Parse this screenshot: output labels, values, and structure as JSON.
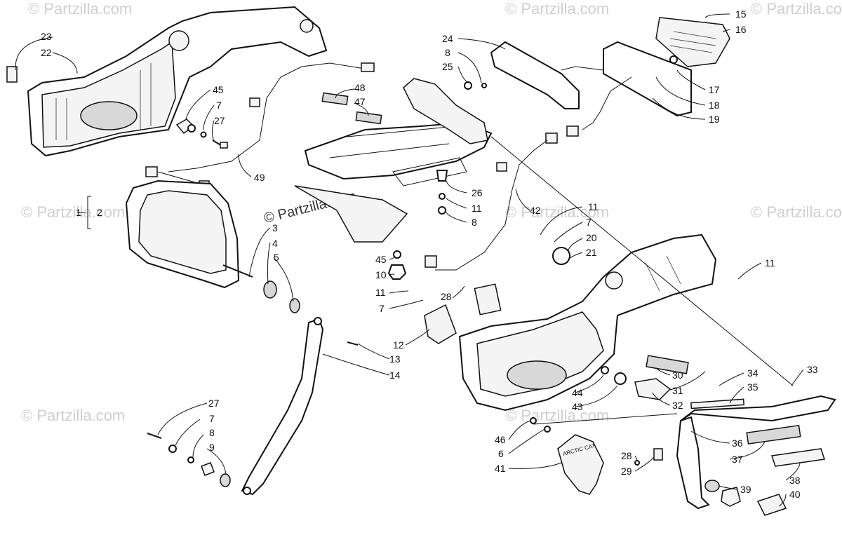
{
  "watermarks": [
    "© Partzilla.com",
    "© Partzilla.com",
    "© Partzilla.com",
    "© Partzilla.com",
    "© Partzilla.com",
    "© Partzilla.com",
    "© Partzilla.com",
    "© Partzilla.com"
  ],
  "center_watermark": "© Partzilla.com",
  "emblem_text": "ARCTIC CAT",
  "callouts": [
    "23",
    "22",
    "45",
    "7",
    "27",
    "49",
    "24",
    "8",
    "25",
    "48",
    "47",
    "26",
    "11",
    "8",
    "15",
    "16",
    "17",
    "18",
    "19",
    "42",
    "11",
    "7",
    "20",
    "21",
    "11",
    "1",
    "2",
    "3",
    "4",
    "5",
    "45",
    "10",
    "11",
    "7",
    "28",
    "12",
    "13",
    "14",
    "27",
    "7",
    "8",
    "9",
    "30",
    "31",
    "32",
    "44",
    "43",
    "34",
    "35",
    "33",
    "46",
    "6",
    "41",
    "28",
    "29",
    "36",
    "37",
    "38",
    "39",
    "40"
  ]
}
